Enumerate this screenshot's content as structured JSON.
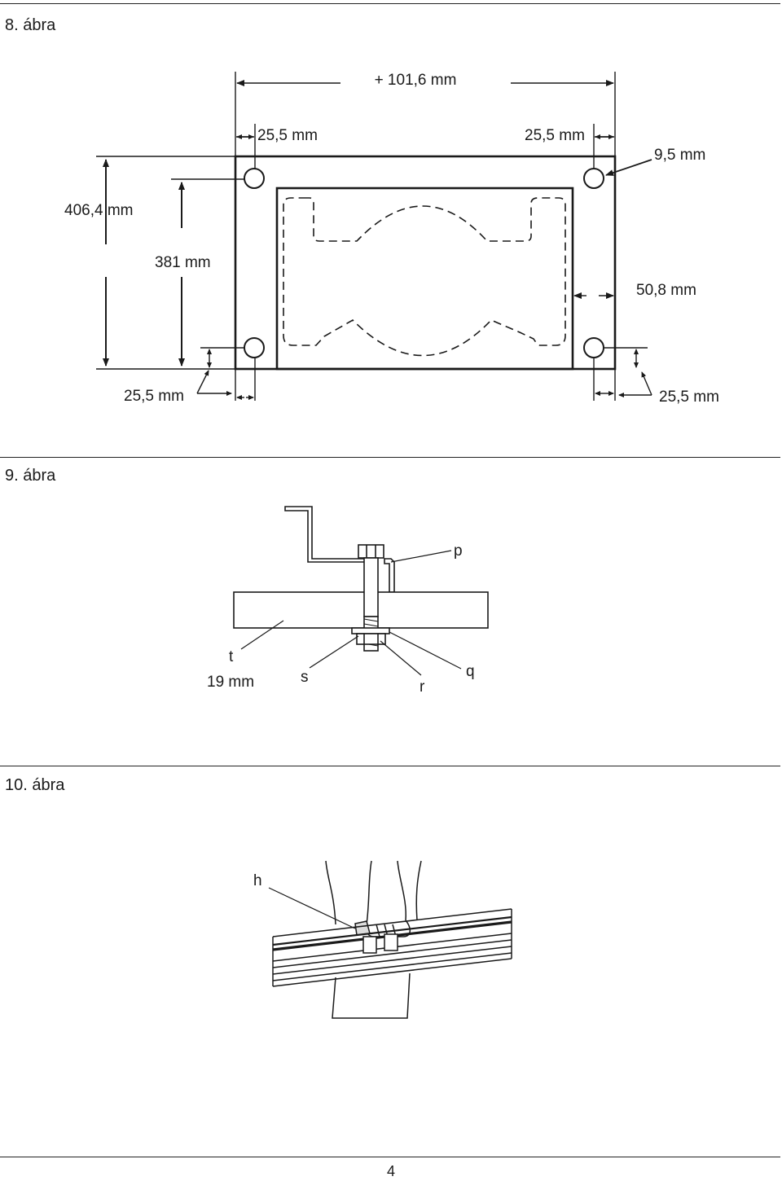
{
  "fig8": {
    "title": "8. ábra",
    "dim_total_width": "+ 101,6 mm",
    "dim_left_hole_offset": "25,5 mm",
    "dim_right_hole_offset": "25,5 mm",
    "dim_hole_diameter": "9,5 mm",
    "dim_outer_height": "406,4 mm",
    "dim_inner_height": "381 mm",
    "dim_side_gap": "50,8 mm",
    "dim_bottom_left_offset": "25,5 mm",
    "dim_bottom_right_offset": "25,5 mm"
  },
  "fig9": {
    "title": "9. ábra",
    "label_p": "p",
    "label_t": "t",
    "label_thickness": "19 mm",
    "label_s": "s",
    "label_r": "r",
    "label_q": "q"
  },
  "fig10": {
    "title": "10. ábra",
    "label_h": "h"
  },
  "page": {
    "number": "4"
  }
}
